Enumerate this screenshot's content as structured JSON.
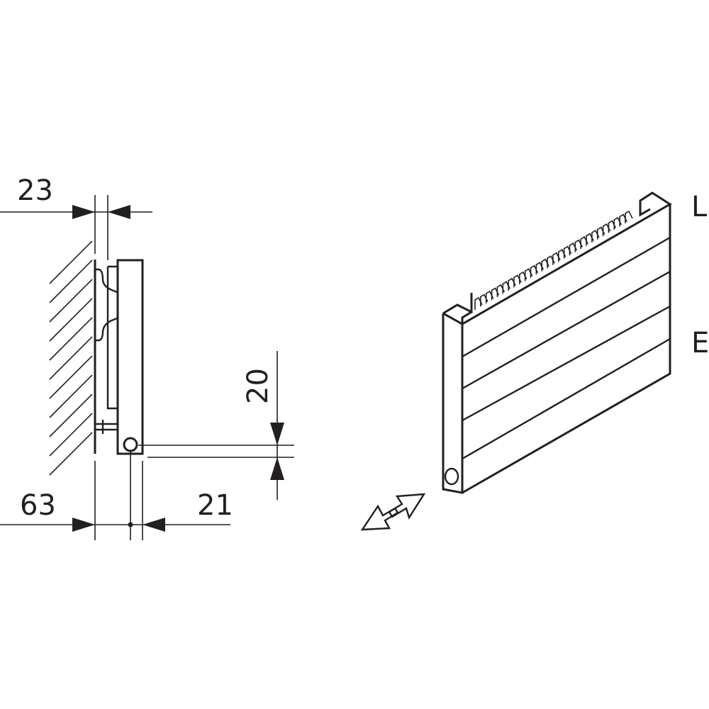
{
  "side_view": {
    "dim_wall_to_bracket": "23",
    "dim_wall_to_front": "63",
    "dim_pipe_to_front": "21",
    "dim_pipe_to_bottom": "20"
  },
  "iso_view": {
    "label_top": "L",
    "label_bottom": "E"
  },
  "colors": {
    "line": "#231f20",
    "background": "#ffffff"
  }
}
